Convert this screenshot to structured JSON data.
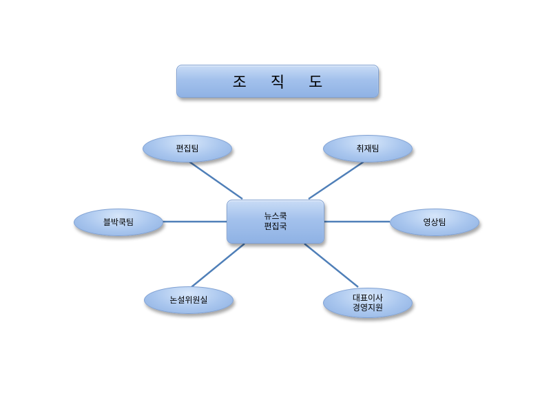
{
  "title": "조 직 도",
  "center": {
    "line1": "뉴스쿡",
    "line2": "편집국"
  },
  "nodes": {
    "edit_team": "편집팀",
    "reporting_team": "취재팀",
    "blog_team": "블박쿡팀",
    "video_team": "영상팀",
    "editorial_office": "논설위원실",
    "ceo_line1": "대표이사",
    "ceo_line2": "경영지원"
  }
}
